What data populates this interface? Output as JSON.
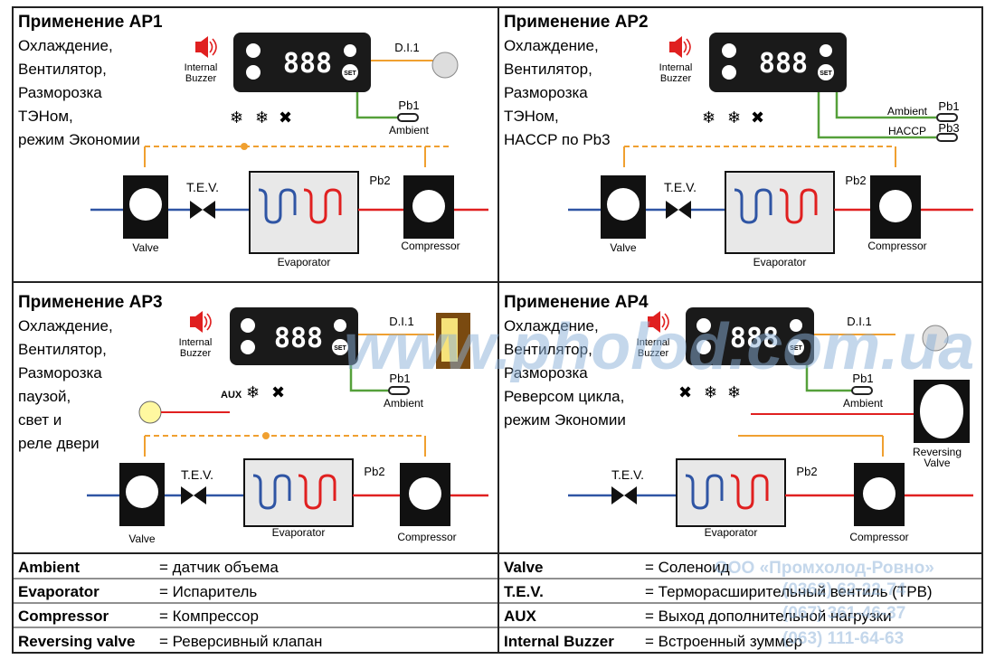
{
  "panels": [
    {
      "title": "Применение AP1",
      "lines": [
        "Охлаждение,",
        "Вентилятор,",
        "Разморозка",
        "ТЭНом,",
        "режим Экономии"
      ]
    },
    {
      "title": "Применение AP2",
      "lines": [
        "Охлаждение,",
        "Вентилятор,",
        "Разморозка",
        "ТЭНом,",
        "HACCP по Pb3"
      ]
    },
    {
      "title": "Применение AP3",
      "lines": [
        "Охлаждение,",
        "Вентилятор,",
        "Разморозка",
        "паузой,",
        "свет и",
        "реле двери"
      ]
    },
    {
      "title": "Применение AP4",
      "lines": [
        "Охлаждение,",
        "Вентилятор,",
        "Разморозка",
        "Реверсом цикла,",
        "режим Экономии"
      ]
    }
  ],
  "labels": {
    "internal_buzzer_1": "Internal",
    "internal_buzzer_2": "Buzzer",
    "dil": "D.I.1",
    "pb1": "Pb1",
    "pb2": "Pb2",
    "pb3": "Pb3",
    "ambient": "Ambient",
    "haccp": "HACCP",
    "valve": "Valve",
    "tev": "T.E.V.",
    "evaporator": "Evaporator",
    "compressor": "Compressor",
    "reversing_1": "Reversing",
    "reversing_2": "Valve",
    "aux": "AUX",
    "display": "888",
    "set": "SET"
  },
  "legend": [
    {
      "term": "Ambient",
      "def": "= датчик объема"
    },
    {
      "term": "Valve",
      "def": "= Соленоид"
    },
    {
      "term": "Evaporator",
      "def": "= Испаритель"
    },
    {
      "term": "T.E.V.",
      "def": "= Терморасширительный вентиль (ТРВ)"
    },
    {
      "term": "Compressor",
      "def": "= Компрессор"
    },
    {
      "term": "AUX",
      "def": "= Выход дополнительной нагрузки"
    },
    {
      "term": "Reversing valve",
      "def": "= Реверсивный клапан"
    },
    {
      "term": "Internal Buzzer",
      "def": "= Встроенный зуммер"
    }
  ],
  "watermark": {
    "site": "www.pholod.com.ua",
    "company": "ООО «Промхолод-Ровно»",
    "phone1": "(0362) 62-22-74",
    "phone2": "(067) 361-46-37",
    "phone3": "(063) 111-64-63"
  },
  "colors": {
    "cold": "#2f55a4",
    "hot": "#e02020",
    "signal": "#f0a030",
    "probe": "#55a03a",
    "controller": "#1a1a1a",
    "watermark": "#8ab0d8"
  }
}
